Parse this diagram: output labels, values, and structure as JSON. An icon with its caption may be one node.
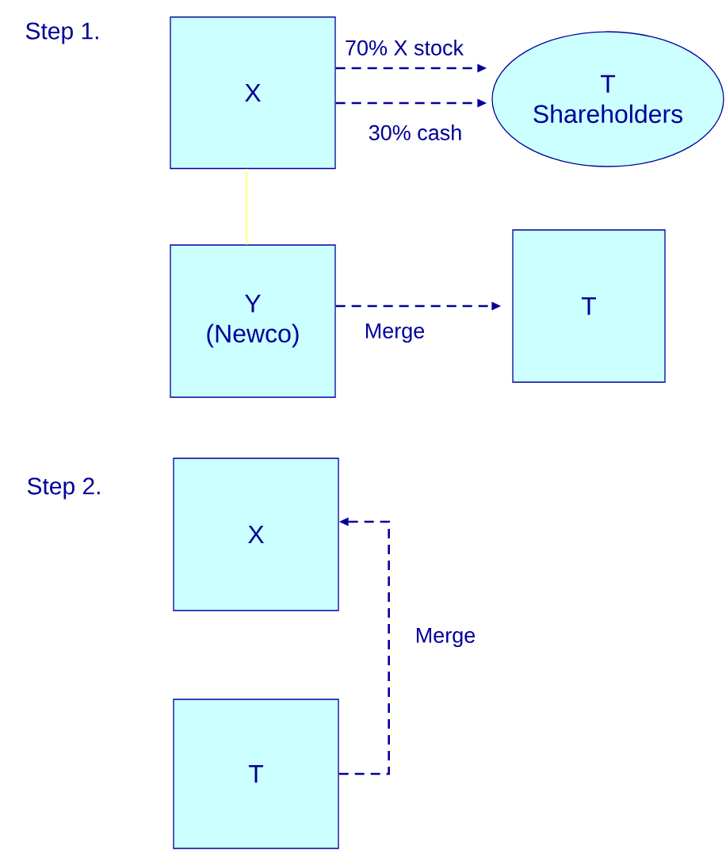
{
  "diagram": {
    "nodes": [
      {
        "text": [
          "X"
        ]
      },
      {
        "text": [
          "T Shareholders"
        ]
      },
      {
        "text": [
          "Y (Newco)"
        ]
      },
      {
        "text": [
          "T"
        ]
      },
      {
        "text": [
          "X"
        ]
      },
      {
        "text": [
          "T"
        ]
      }
    ],
    "edges": [
      {
        "from": 0,
        "to": 1,
        "arrow": "to",
        "label": "70% X stock",
        "style": "dashed"
      },
      {
        "from": 0,
        "to": 1,
        "arrow": "to",
        "label": "30% cash",
        "style": "dashed"
      },
      {
        "from": 0,
        "to": 2,
        "arrow": "none",
        "color": "#ffff99"
      },
      {
        "from": 2,
        "to": 3,
        "arrow": "to",
        "label": "Merge",
        "style": "dashed"
      },
      {
        "from": 5,
        "to": 4,
        "arrow": "to",
        "label": "Merge",
        "style": "dashed"
      }
    ],
    "labels": [
      "Step 1.",
      "Step 2."
    ]
  }
}
